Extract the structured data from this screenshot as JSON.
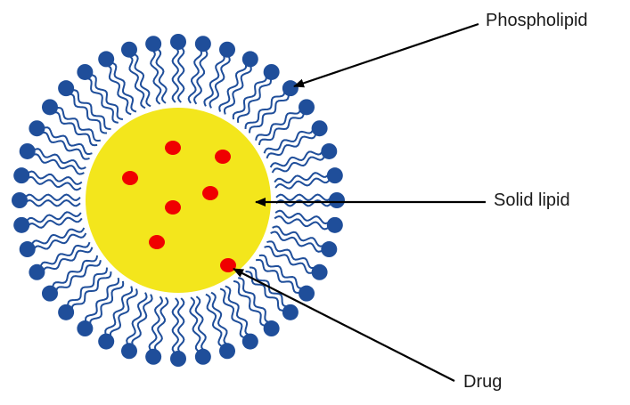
{
  "labels": {
    "phospholipid": "Phospholipid",
    "solid_lipid": "Solid lipid",
    "drug": "Drug"
  },
  "colors": {
    "phospholipid_head": "#1f4e9a",
    "phospholipid_tail": "#1f4e9a",
    "solid_lipid_core": "#f3e61c",
    "drug": "#f00000",
    "arrow": "#000000"
  }
}
